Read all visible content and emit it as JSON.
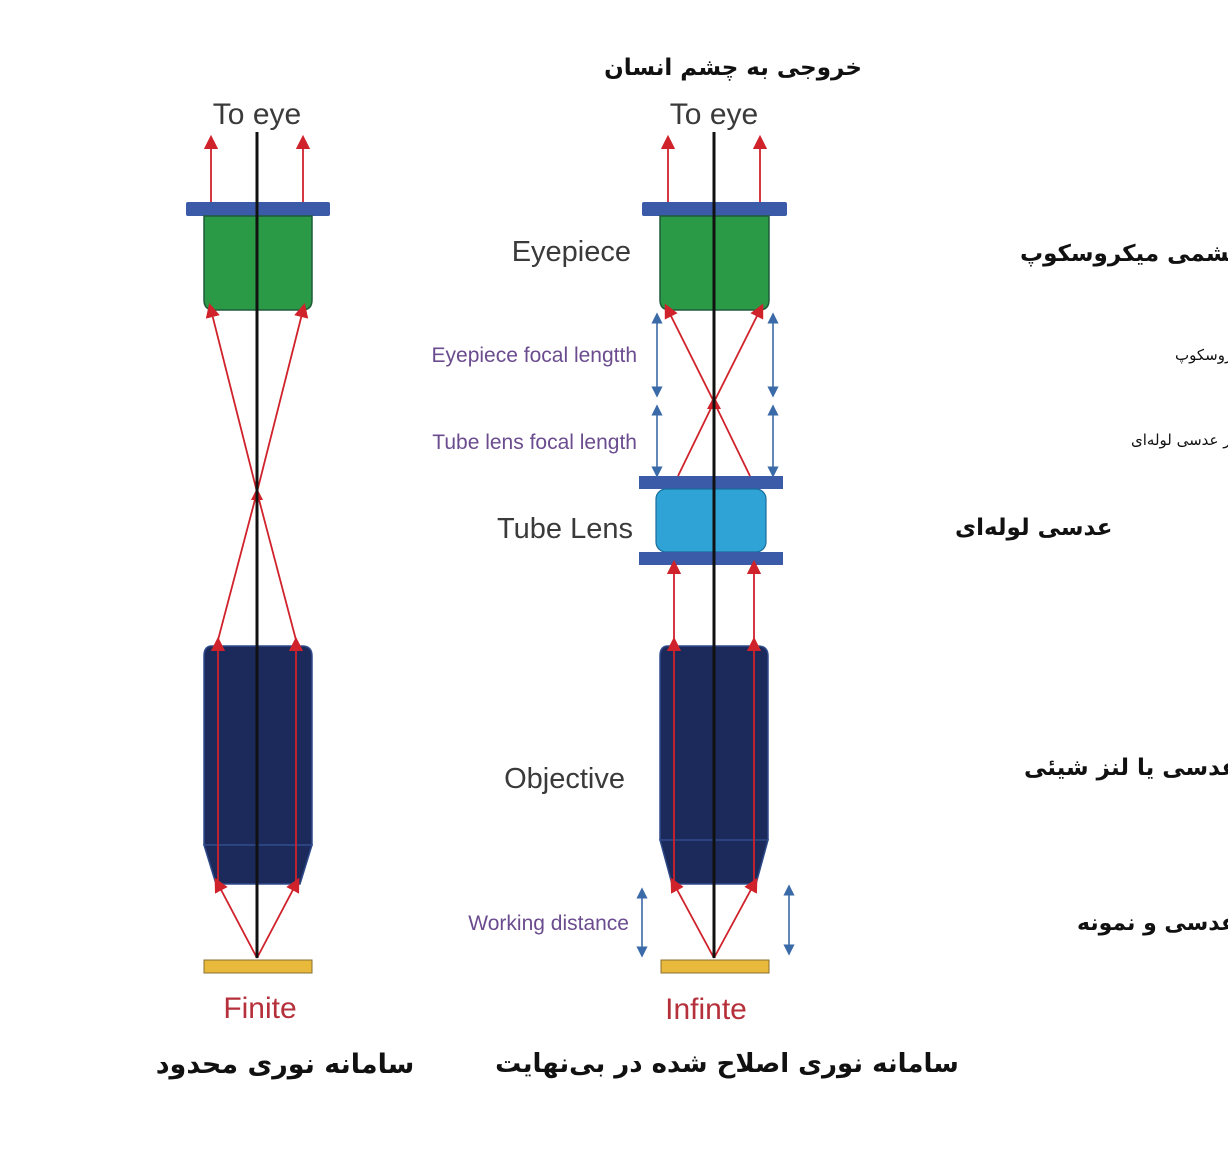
{
  "title_fa_top": "خروجی به چشم انسان",
  "left": {
    "to_eye": "To eye",
    "bottom_label": "Finite",
    "caption_fa": "سامانه نوری محدود"
  },
  "right": {
    "to_eye": "To eye",
    "eyepiece": "Eyepiece",
    "eyepiece_focal": "Eyepiece focal lengtth",
    "tube_focal": "Tube lens focal length",
    "tube_lens": "Tube Lens",
    "objective": "Objective",
    "working_distance": "Working distance",
    "bottom_label": "Infinte",
    "caption_fa": "سامانه نوری اصلاح شده در بی‌نهایت"
  },
  "fa_labels": {
    "eyepiece": "چشمی میکروسکوپ",
    "eyepiece_focal": "فاصله کانونی شدن تصویر چشمی میکروسکوپ",
    "tube_focal": "فاصله کانونی شدن تصویر عدسی لوله‌ای",
    "tube_lens": "عدسی لوله‌ای",
    "objective": "عدسی یا لنز شیئی",
    "working_distance": "فاصله بین عدسی  و نمونه"
  },
  "colors": {
    "eyepiece_green": "#2a9a46",
    "plate_blue": "#3b5aa8",
    "objective_navy": "#1b2a5a",
    "tube_cyan": "#2fa3d6",
    "sample_yellow": "#e8b93a",
    "ray_red": "#d0222b",
    "dim_blue": "#3a6aa8"
  }
}
